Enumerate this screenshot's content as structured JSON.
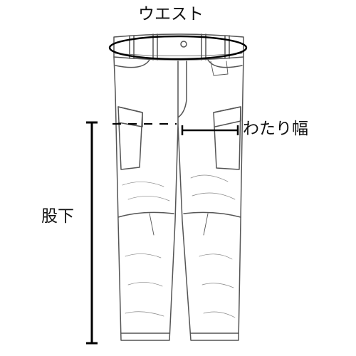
{
  "labels": {
    "waist": "ウエスト",
    "thigh_width": "わたり幅",
    "inseam": "股下"
  },
  "colors": {
    "outline": "#555555",
    "measure": "#000000",
    "text": "#111111"
  }
}
